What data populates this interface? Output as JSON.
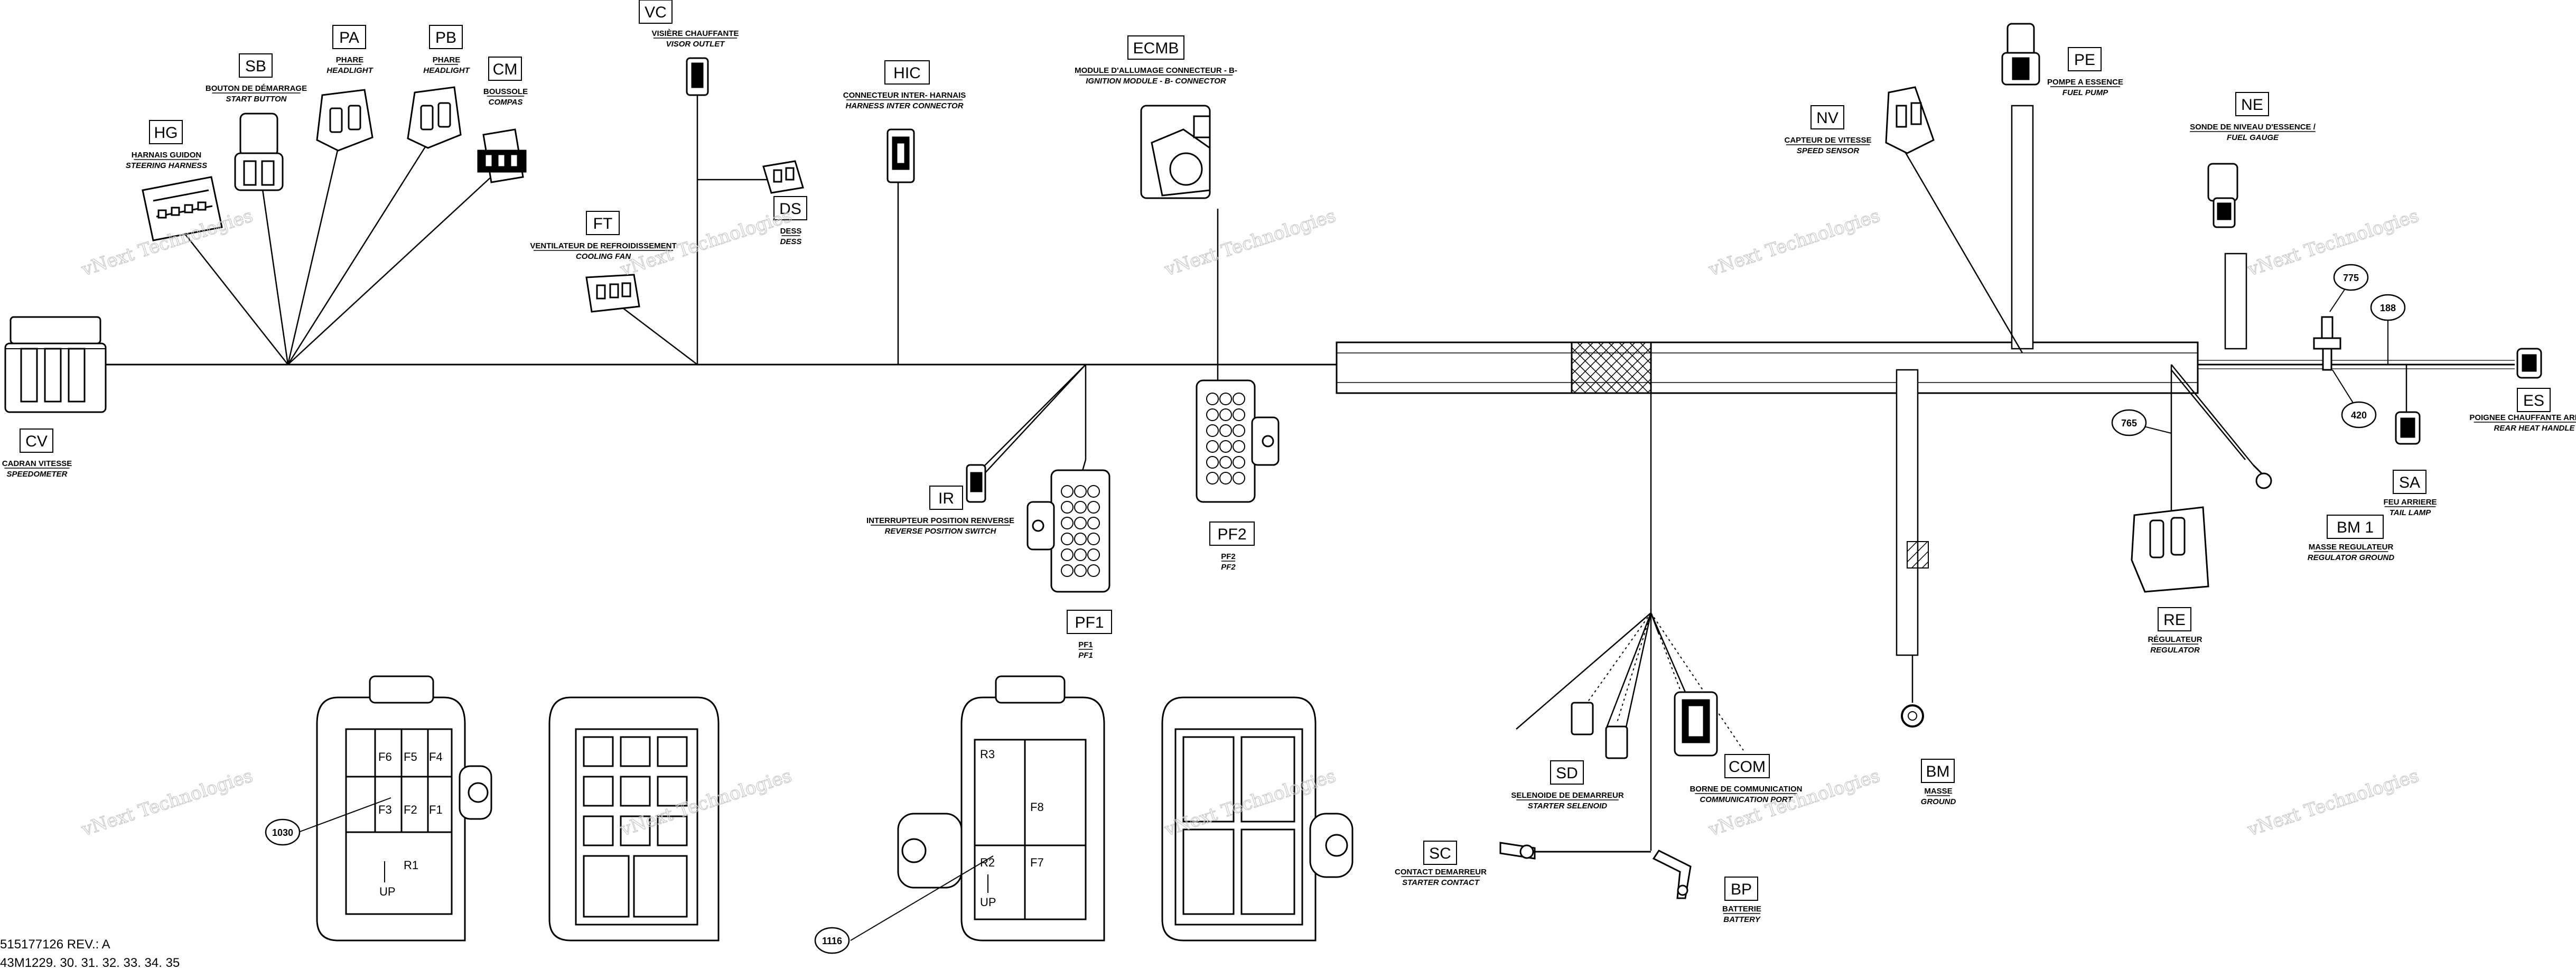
{
  "diagram": {
    "connectors": [
      {
        "id": "cv",
        "code": "CV",
        "fr": "CADRAN VITESSE",
        "en": "SPEEDOMETER"
      },
      {
        "id": "hg",
        "code": "HG",
        "fr": "HARNAIS GUIDON",
        "en": "STEERING HARNESS"
      },
      {
        "id": "sb",
        "code": "SB",
        "fr": "BOUTON DE DÉMARRAGE",
        "en": "START BUTTON"
      },
      {
        "id": "pa",
        "code": "PA",
        "fr": "PHARE",
        "en": "HEADLIGHT"
      },
      {
        "id": "pb",
        "code": "PB",
        "fr": "PHARE",
        "en": "HEADLIGHT"
      },
      {
        "id": "cm",
        "code": "CM",
        "fr": "BOUSSOLE",
        "en": "COMPAS"
      },
      {
        "id": "vc",
        "code": "VC",
        "fr": "VISIÈRE CHAUFFANTE",
        "en": "VISOR OUTLET"
      },
      {
        "id": "ft",
        "code": "FT",
        "fr": "VENTILATEUR DE REFROIDISSEMENT",
        "en": "COOLING FAN"
      },
      {
        "id": "ds",
        "code": "DS",
        "fr": "DESS",
        "en": "DESS"
      },
      {
        "id": "hic",
        "code": "HIC",
        "fr": "CONNECTEUR INTER- HARNAIS",
        "en": "HARNESS INTER CONNECTOR"
      },
      {
        "id": "ecmb",
        "code": "ECMB",
        "fr": "MODULE D'ALLUMAGE CONNECTEUR - B-",
        "en": "IGNITION MODULE - B- CONNECTOR"
      },
      {
        "id": "ir",
        "code": "IR",
        "fr": "INTERRUPTEUR POSITION RENVERSE",
        "en": "REVERSE POSITION SWITCH"
      },
      {
        "id": "pf1",
        "code": "PF1",
        "fr": "PF1",
        "en": "PF1"
      },
      {
        "id": "pf2",
        "code": "PF2",
        "fr": "PF2",
        "en": "PF2"
      },
      {
        "id": "nv",
        "code": "NV",
        "fr": "CAPTEUR DE VITESSE",
        "en": "SPEED SENSOR"
      },
      {
        "id": "pe",
        "code": "PE",
        "fr": "POMPE A ESSENCE",
        "en": "FUEL PUMP"
      },
      {
        "id": "ne",
        "code": "NE",
        "fr": "SONDE DE NIVEAU D'ESSENCE /",
        "en": "FUEL GAUGE"
      },
      {
        "id": "es",
        "code": "ES",
        "fr": "POIGNEE CHAUFFANTE ARRIERE",
        "en": "REAR HEAT HANDLE"
      },
      {
        "id": "sa",
        "code": "SA",
        "fr": "FEU ARRIERE",
        "en": "TAIL LAMP"
      },
      {
        "id": "bm1",
        "code": "BM 1",
        "fr": "MASSE REGULATEUR",
        "en": "REGULATOR GROUND"
      },
      {
        "id": "re",
        "code": "RE",
        "fr": "RÉGULATEUR",
        "en": "REGULATOR"
      },
      {
        "id": "sd",
        "code": "SD",
        "fr": "SELENOIDE DE DEMARREUR",
        "en": "STARTER SELENOID"
      },
      {
        "id": "com",
        "code": "COM",
        "fr": "BORNE DE COMMUNICATION",
        "en": "COMMUNICATION PORT"
      },
      {
        "id": "bm",
        "code": "BM",
        "fr": "MASSE",
        "en": "GROUND"
      },
      {
        "id": "sc",
        "code": "SC",
        "fr": "CONTACT DEMARREUR",
        "en": "STARTER CONTACT"
      },
      {
        "id": "bp",
        "code": "BP",
        "fr": "BATTERIE",
        "en": "BATTERY"
      }
    ],
    "callouts": [
      "775",
      "188",
      "420",
      "765",
      "1030",
      "1116"
    ],
    "fuse_box_1": {
      "fuses": [
        "F6",
        "F5",
        "F4",
        "F3",
        "F2",
        "F1",
        "R1"
      ],
      "arrow": "UP"
    },
    "fuse_box_2": {
      "fuses": [
        "R3",
        "F8",
        "R2",
        "F7"
      ],
      "arrow": "UP"
    },
    "watermark": "vNext Technologies",
    "footer": {
      "part_line": "515177126 REV.: A",
      "model_line": "43M1229. 30. 31. 32. 33. 34. 35"
    }
  }
}
